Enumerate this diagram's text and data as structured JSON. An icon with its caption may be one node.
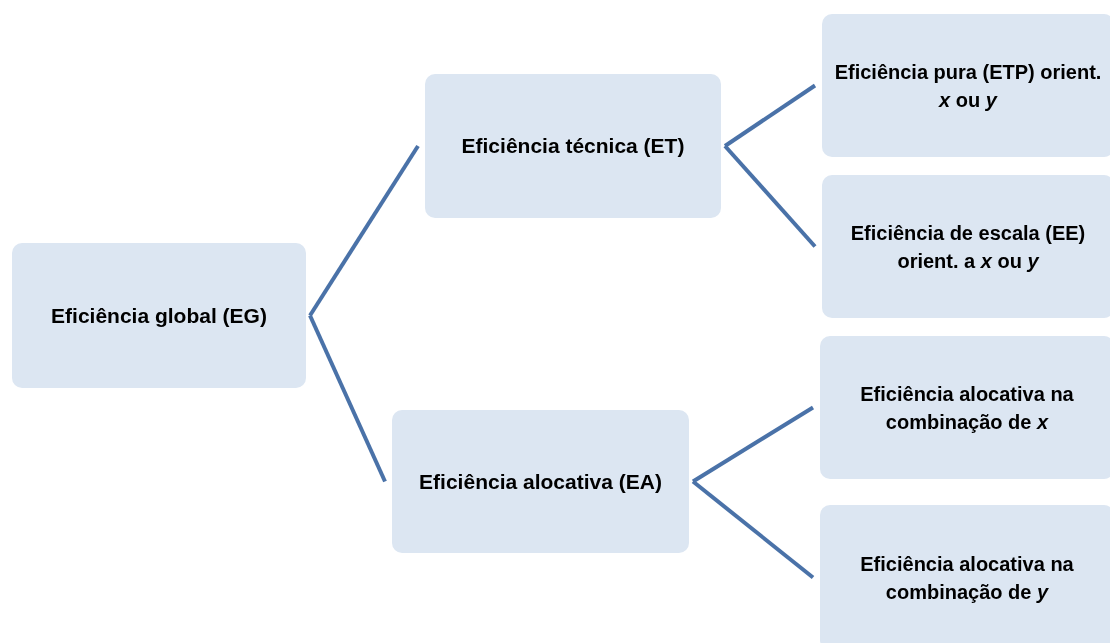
{
  "diagram": {
    "nodes": [
      {
        "text": [
          "Eficiência global (EG)"
        ]
      },
      {
        "text": [
          "Eficiência técnica (ET)"
        ]
      },
      {
        "text": [
          "Eficiência alocativa (EA)"
        ]
      },
      {
        "text": [
          "Eficiência pura (ETP) orient. *x* ou *y*"
        ]
      },
      {
        "text": [
          "Eficiência de escala (EE) orient. a *x* ou *y*"
        ]
      },
      {
        "text": [
          "Eficiência alocativa na combinação de *x*"
        ]
      },
      {
        "text": [
          "Eficiência alocativa na combinação de *y*"
        ]
      }
    ],
    "edges": [
      {
        "from": 0,
        "to": 1,
        "arrow": "none"
      },
      {
        "from": 0,
        "to": 2,
        "arrow": "none"
      },
      {
        "from": 1,
        "to": 3,
        "arrow": "none"
      },
      {
        "from": 1,
        "to": 4,
        "arrow": "none"
      },
      {
        "from": 2,
        "to": 5,
        "arrow": "none"
      },
      {
        "from": 2,
        "to": 6,
        "arrow": "none"
      }
    ]
  }
}
